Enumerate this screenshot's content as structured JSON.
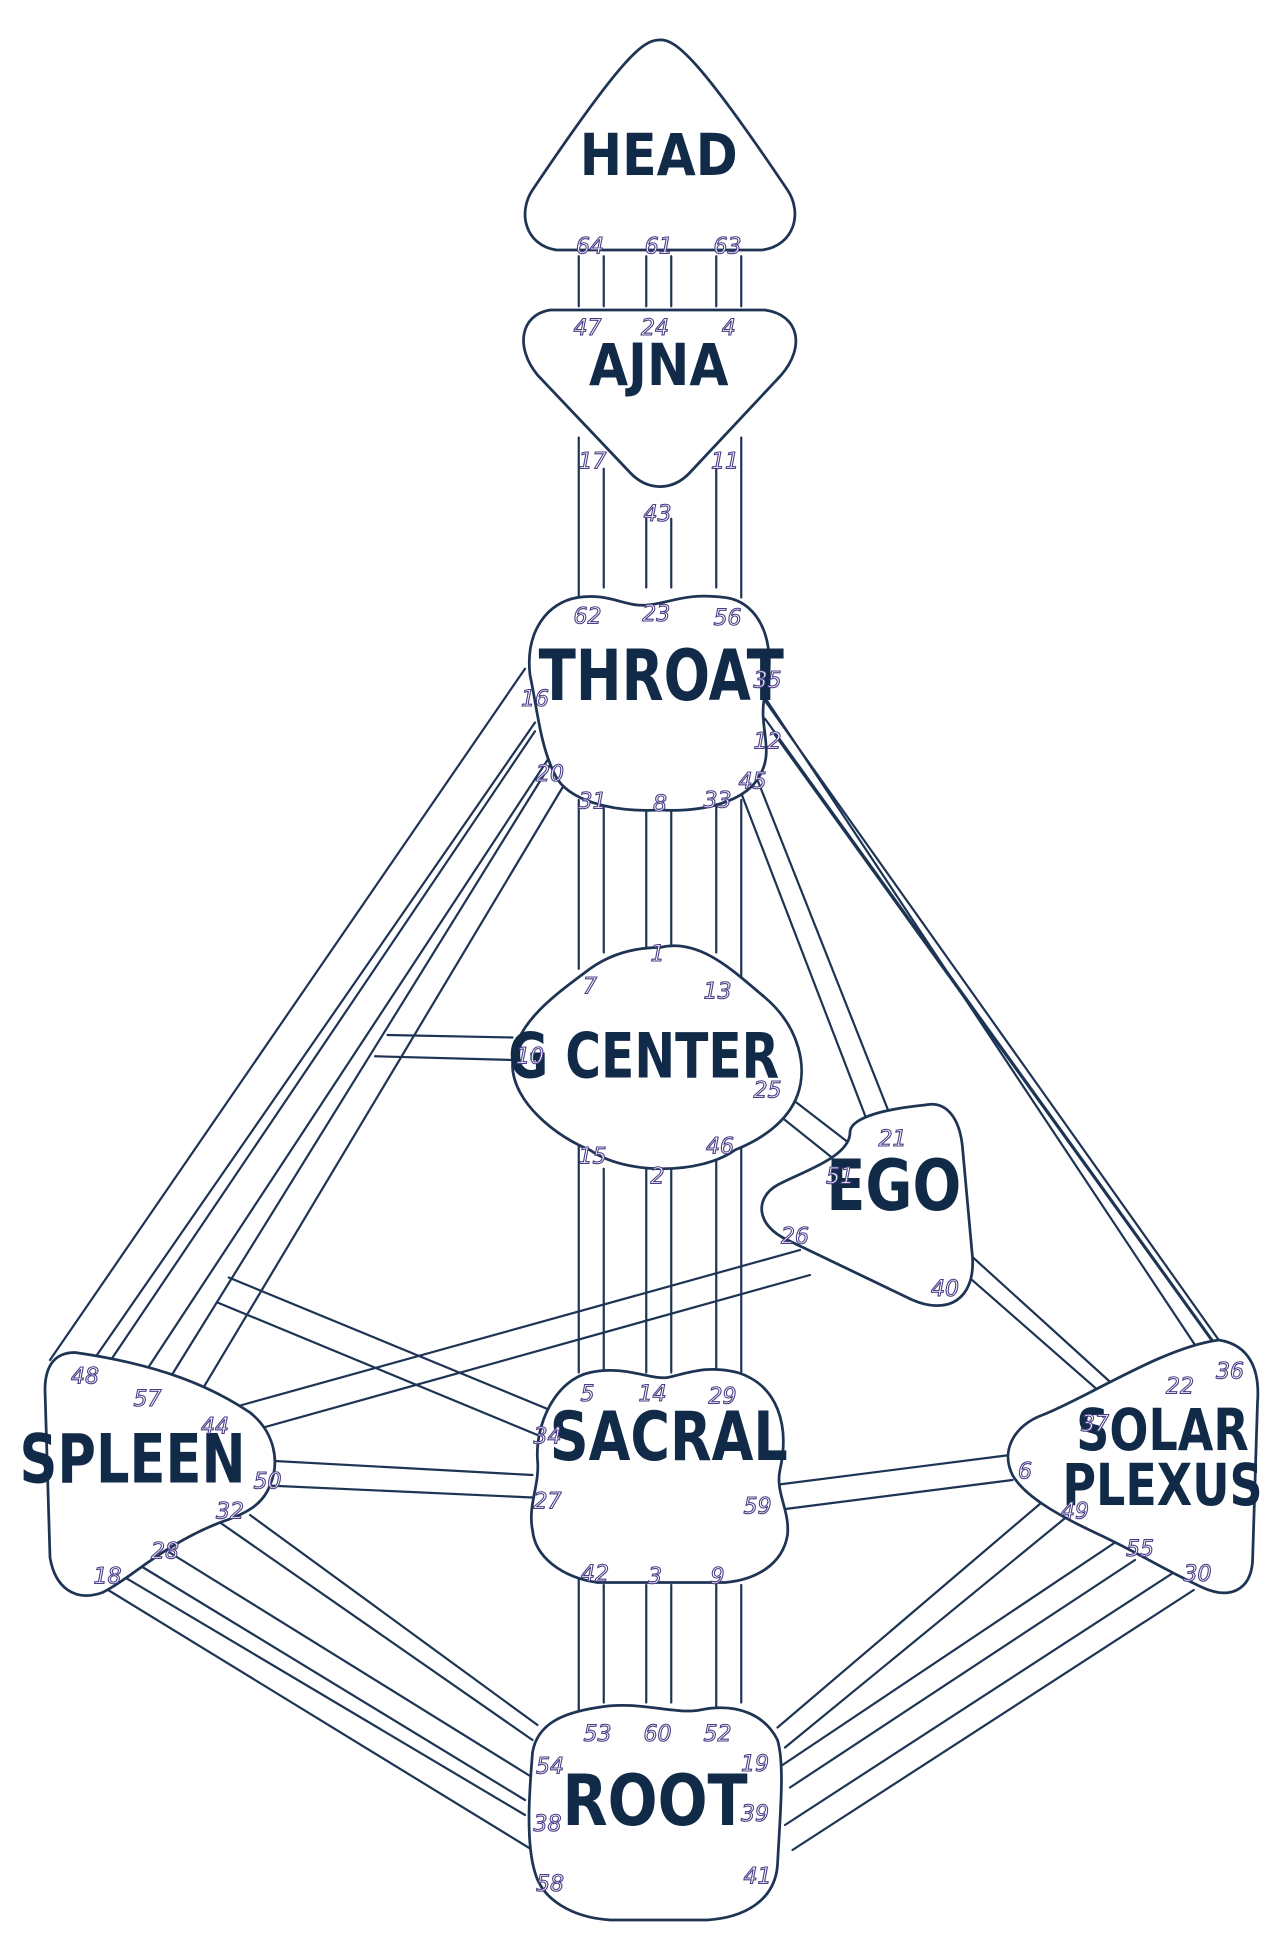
{
  "centers": [
    {
      "id": "head",
      "label": "HEAD"
    },
    {
      "id": "ajna",
      "label": "AJNA"
    },
    {
      "id": "throat",
      "label": "THROAT"
    },
    {
      "id": "g",
      "label": "G CENTER"
    },
    {
      "id": "ego",
      "label": "EGO"
    },
    {
      "id": "sacral",
      "label": "SACRAL"
    },
    {
      "id": "spleen",
      "label": "SPLEEN"
    },
    {
      "id": "solar",
      "label": "SOLAR PLEXUS",
      "lines": [
        "SOLAR",
        "PLEXUS"
      ]
    },
    {
      "id": "root",
      "label": "ROOT"
    }
  ],
  "gates": [
    "64",
    "61",
    "63",
    "47",
    "24",
    "4",
    "17",
    "11",
    "43",
    "62",
    "23",
    "56",
    "16",
    "35",
    "12",
    "20",
    "31",
    "8",
    "33",
    "45",
    "1",
    "7",
    "13",
    "10",
    "25",
    "15",
    "2",
    "46",
    "21",
    "51",
    "26",
    "40",
    "48",
    "57",
    "44",
    "5",
    "14",
    "29",
    "22",
    "36",
    "37",
    "34",
    "50",
    "32",
    "27",
    "59",
    "6",
    "49",
    "55",
    "28",
    "18",
    "42",
    "3",
    "9",
    "30",
    "53",
    "60",
    "52",
    "54",
    "19",
    "38",
    "39",
    "58",
    "41"
  ],
  "colors": {
    "outline": "#1e3454",
    "center_label": "#102a48",
    "gate_outline": "#4a3d86"
  }
}
